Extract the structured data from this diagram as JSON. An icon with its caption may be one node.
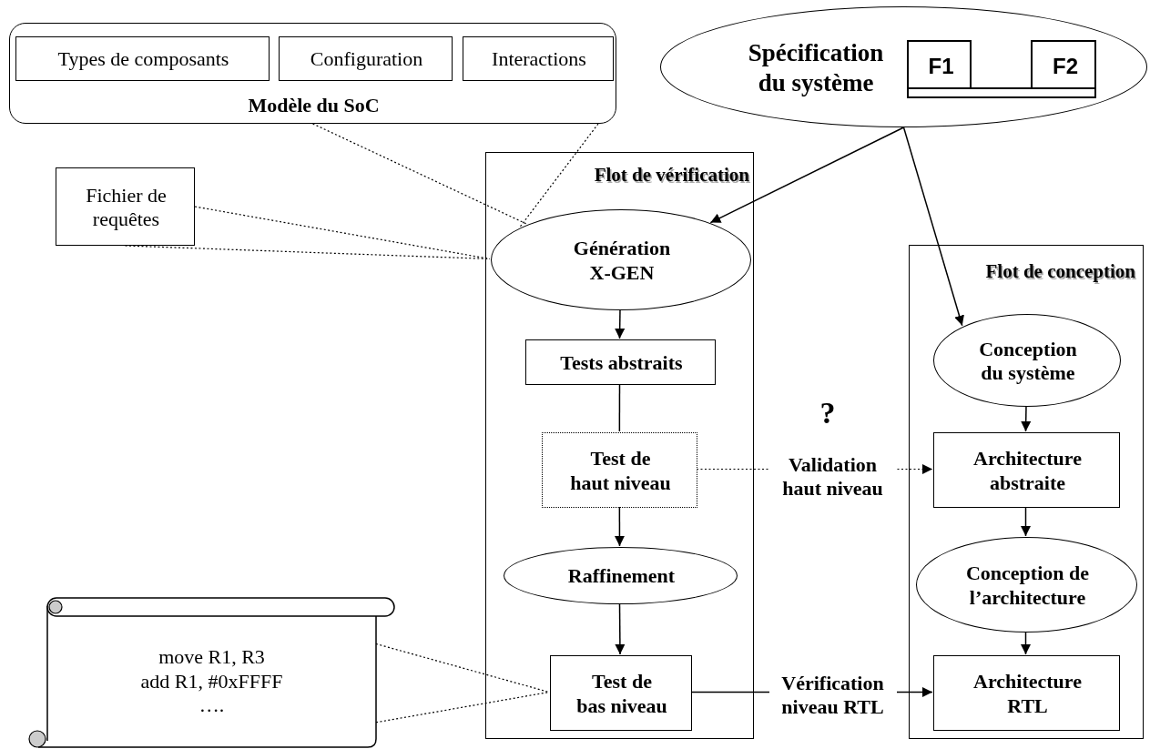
{
  "diagram": {
    "nodes": [
      {
        "text": [
          "Modèle du SoC"
        ]
      },
      {
        "text": [
          "Types de composants"
        ],
        "in": 0
      },
      {
        "text": [
          "Configuration"
        ],
        "in": 0
      },
      {
        "text": [
          "Interactions"
        ],
        "in": 0
      },
      {
        "text": [
          "Spécification du système"
        ]
      },
      {
        "text": [
          "F1"
        ],
        "in": 4
      },
      {
        "text": [
          "F2"
        ],
        "in": 4
      },
      {
        "text": [
          "Fichier de requêtes"
        ]
      },
      {
        "text": [
          "Flot de vérification"
        ]
      },
      {
        "text": [
          "Génération X-GEN"
        ],
        "in": 8
      },
      {
        "text": [
          "Tests abstraits"
        ],
        "in": 8
      },
      {
        "text": [
          "Test de haut niveau"
        ],
        "in": 8
      },
      {
        "text": [
          "Raffinement"
        ],
        "in": 8
      },
      {
        "text": [
          "Test de bas niveau"
        ],
        "in": 8
      },
      {
        "text": [
          "Flot de conception"
        ]
      },
      {
        "text": [
          "Conception du système"
        ],
        "in": 14
      },
      {
        "text": [
          "Architecture abstraite"
        ],
        "in": 14
      },
      {
        "text": [
          "Conception de l’architecture"
        ],
        "in": 14
      },
      {
        "text": [
          "Architecture RTL"
        ],
        "in": 14
      },
      {
        "text": [
          "move R1, R3",
          "add R1, #0xFFFF",
          "…."
        ]
      }
    ],
    "edges": [
      {
        "from": 0,
        "to": 9,
        "arrow": "none",
        "style": "dashed"
      },
      {
        "from": 0,
        "to": 9,
        "arrow": "none",
        "style": "dashed"
      },
      {
        "from": 7,
        "to": 9,
        "arrow": "none",
        "style": "dashed"
      },
      {
        "from": 7,
        "to": 9,
        "arrow": "none",
        "style": "dashed"
      },
      {
        "from": 4,
        "to": 9,
        "arrow": "to"
      },
      {
        "from": 4,
        "to": 15,
        "arrow": "to"
      },
      {
        "from": 9,
        "to": 10,
        "arrow": "to"
      },
      {
        "from": 10,
        "to": 11,
        "arrow": "none"
      },
      {
        "from": 11,
        "to": 12,
        "arrow": "to"
      },
      {
        "from": 12,
        "to": 13,
        "arrow": "to"
      },
      {
        "from": 11,
        "to": 16,
        "arrow": "to",
        "style": "dashed",
        "label": "Validation haut niveau"
      },
      {
        "from": 13,
        "to": 18,
        "arrow": "to",
        "label": "Vérification niveau RTL"
      },
      {
        "from": 15,
        "to": 16,
        "arrow": "to"
      },
      {
        "from": 16,
        "to": 17,
        "arrow": "to"
      },
      {
        "from": 17,
        "to": 18,
        "arrow": "to"
      },
      {
        "from": 19,
        "to": 13,
        "arrow": "none",
        "style": "dashed"
      },
      {
        "from": 19,
        "to": 13,
        "arrow": "none",
        "style": "dashed"
      }
    ],
    "labels": [
      "?"
    ]
  }
}
